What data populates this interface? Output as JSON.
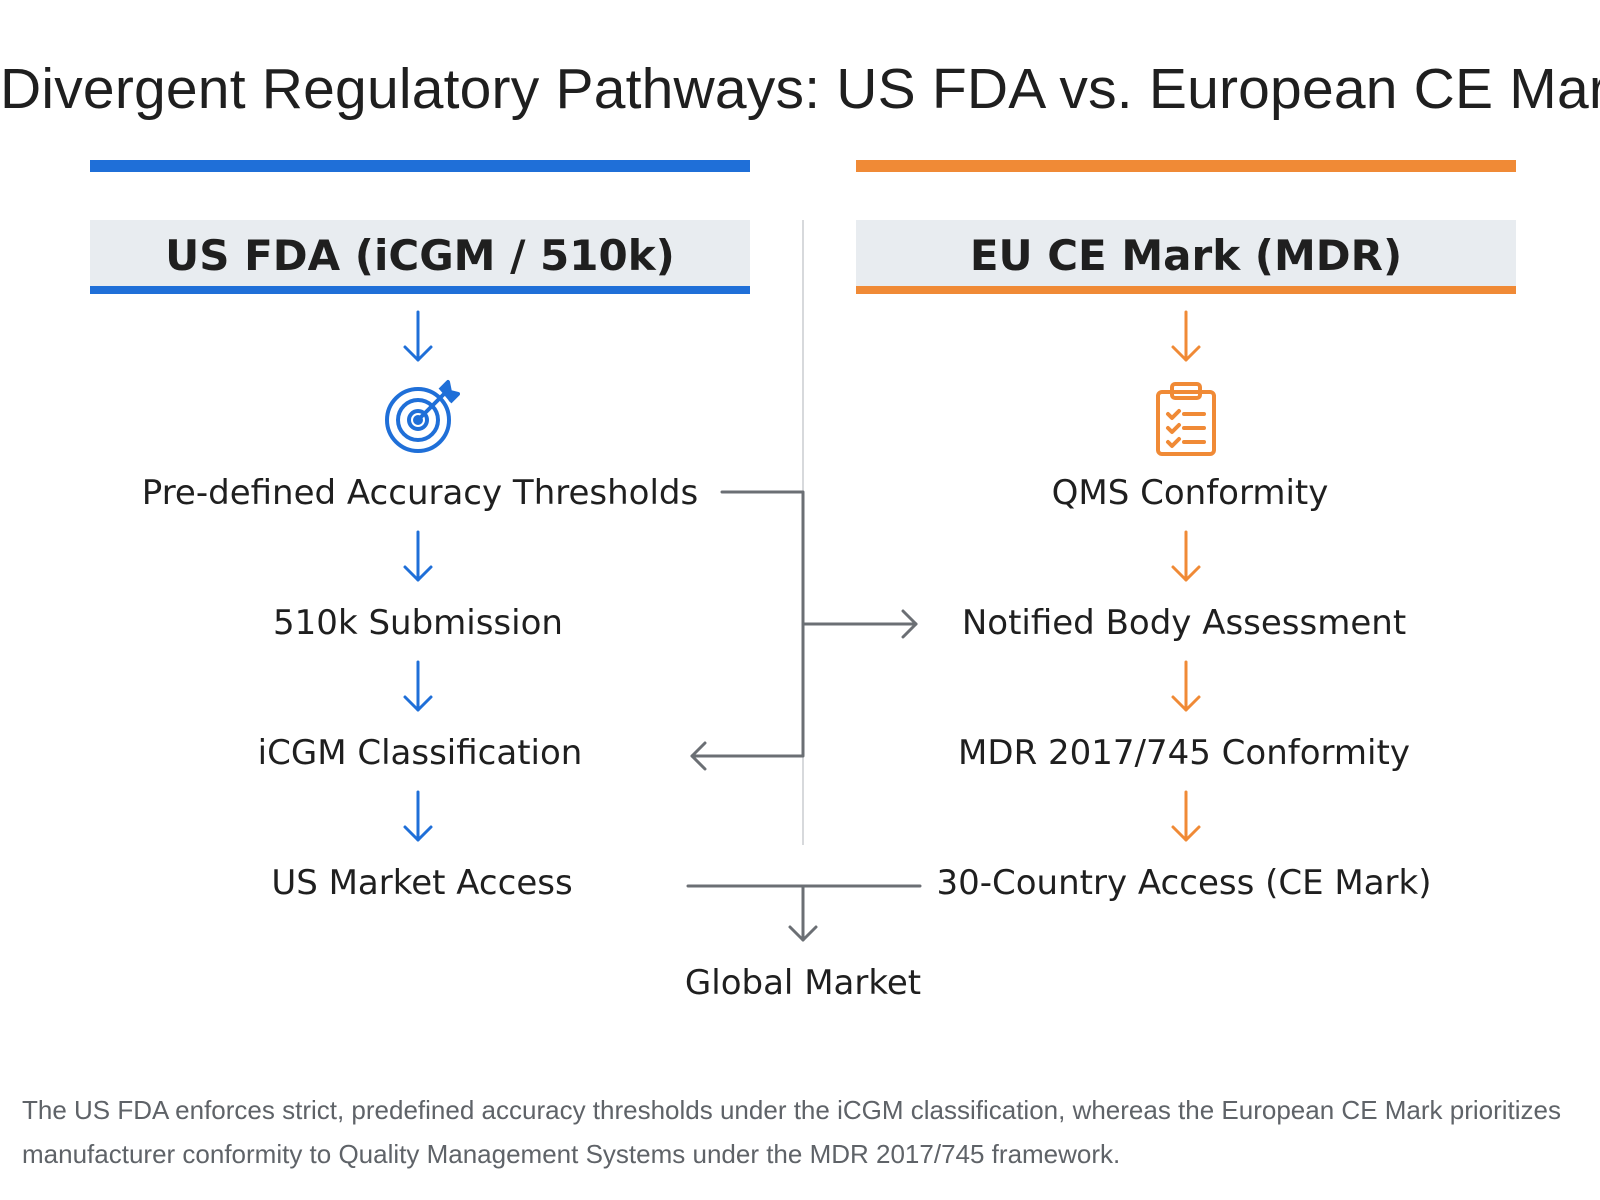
{
  "title": "Divergent Regulatory Pathways: US FDA vs. European CE Mark",
  "colors": {
    "us_accent": "#1f6fd8",
    "eu_accent": "#f08a36",
    "connector": "#6b6f74",
    "header_fill": "#e8ecf0",
    "divider": "#d7d9dc"
  },
  "us": {
    "header": "US FDA (iCGM / 510k)",
    "icon": "target-icon",
    "steps": [
      "Pre-defined Accuracy Thresholds",
      "510k Submission",
      "iCGM Classification",
      "US Market Access"
    ]
  },
  "eu": {
    "header": "EU CE Mark (MDR)",
    "icon": "clipboard-checklist-icon",
    "steps": [
      "QMS Conformity",
      "Notified Body Assessment",
      "MDR 2017/745 Conformity",
      "30-Country Access (CE Mark)"
    ]
  },
  "outcome": "Global Market",
  "caption": "The US FDA enforces strict, predefined accuracy thresholds under the iCGM classification, whereas the European CE Mark prioritizes manufacturer conformity to Quality Management Systems under the MDR 2017/745 framework."
}
